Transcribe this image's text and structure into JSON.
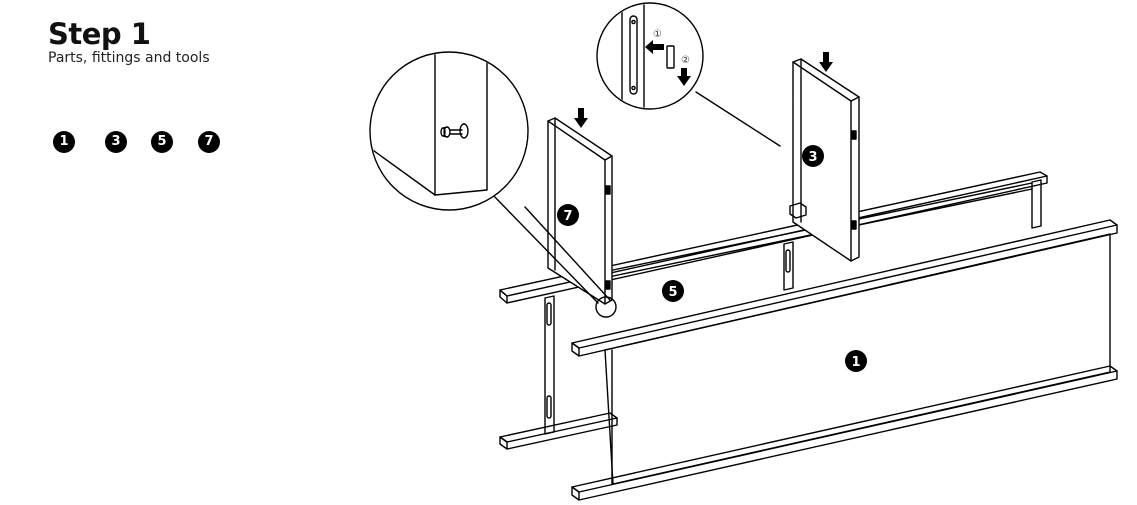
{
  "step": {
    "title": "Step 1",
    "subtitle": "Parts, fittings and tools"
  },
  "parts_list": [
    "1",
    "3",
    "5",
    "7"
  ],
  "diagram_labels": {
    "panel_front": "1",
    "panel_right": "3",
    "frame_back": "5",
    "panel_left": "7",
    "detail_step_a": "①",
    "detail_step_b": "②"
  },
  "colors": {
    "line": "#000000",
    "badge": "#000000",
    "background": "#ffffff"
  }
}
